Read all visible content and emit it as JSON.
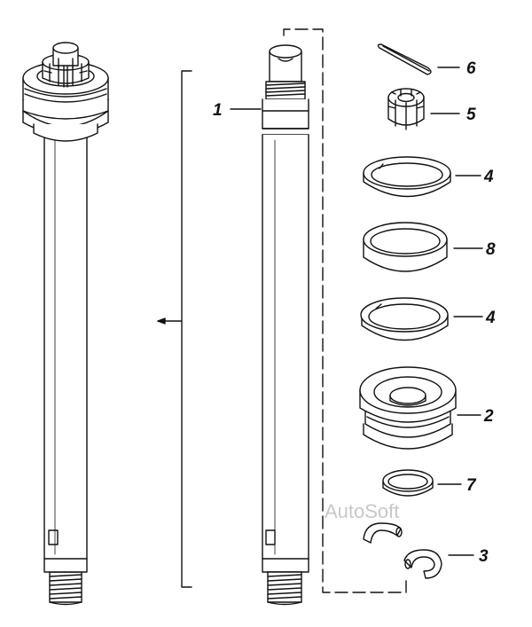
{
  "diagram": {
    "part_labels": [
      {
        "id": "1",
        "text": "1"
      },
      {
        "id": "6",
        "text": "6"
      },
      {
        "id": "5",
        "text": "5"
      },
      {
        "id": "4a",
        "text": "4"
      },
      {
        "id": "8",
        "text": "8"
      },
      {
        "id": "4b",
        "text": "4"
      },
      {
        "id": "2",
        "text": "2"
      },
      {
        "id": "7",
        "text": "7"
      },
      {
        "id": "3",
        "text": "3"
      }
    ],
    "watermark": "AutoSoft",
    "colors": {
      "ink": "#111111",
      "watermark": "#c8c8c8",
      "background": "#ffffff"
    }
  }
}
